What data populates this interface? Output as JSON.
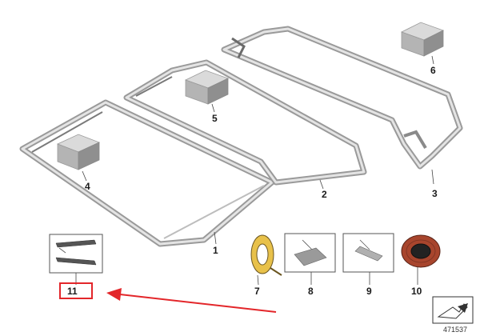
{
  "diagram": {
    "parts": [
      {
        "id": "1",
        "label": "1"
      },
      {
        "id": "2",
        "label": "2"
      },
      {
        "id": "3",
        "label": "3"
      },
      {
        "id": "4",
        "label": "4"
      },
      {
        "id": "5",
        "label": "5"
      },
      {
        "id": "6",
        "label": "6"
      },
      {
        "id": "7",
        "label": "7"
      },
      {
        "id": "8",
        "label": "8"
      },
      {
        "id": "9",
        "label": "9"
      },
      {
        "id": "10",
        "label": "10"
      },
      {
        "id": "11",
        "label": "11"
      }
    ],
    "reference_number": "471537",
    "colors": {
      "highlight_box": "#e3262a",
      "arrow": "#e3262a",
      "frame_stroke": "#8a8a8a",
      "frame_fill": "#d9d9d9",
      "box_top": "#d4d4d4",
      "box_side": "#8f8f8f",
      "tape_yellow": "#e8c14a",
      "spool_red": "#a8452d"
    }
  }
}
